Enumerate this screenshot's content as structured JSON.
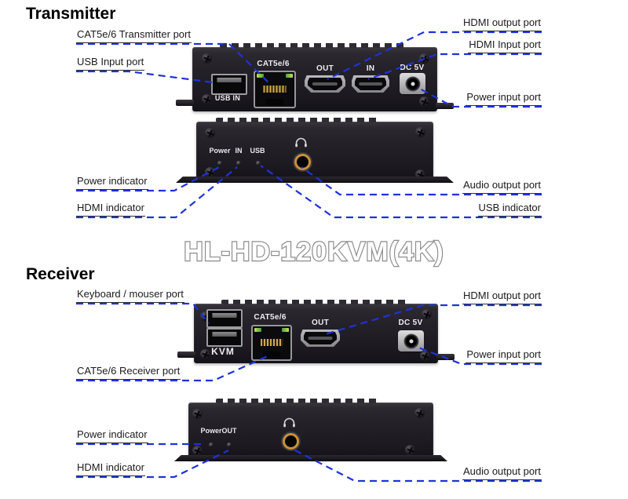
{
  "watermark": "HL-HD-120KVM(4K)",
  "colors": {
    "callout_line": "#1e32dc",
    "watermark_outline": "#8d8d8d",
    "device_body": "#221f26"
  },
  "transmitter": {
    "heading": "Transmitter",
    "callouts": {
      "cat_port": "CAT5e/6 Transmitter port",
      "usb_input": "USB Input port",
      "hdmi_output": "HDMI output port",
      "hdmi_input": "HDMI Input port",
      "power_input": "Power input port",
      "power_indicator": "Power indicator",
      "hdmi_indicator": "HDMI indicator",
      "audio_output": "Audio output port",
      "usb_indicator": "USB indicator"
    },
    "front_panel": {
      "usb": "USB IN",
      "cat": "CAT5e/6",
      "out": "OUT",
      "in": "IN",
      "dc": "DC 5V"
    },
    "back_panel": {
      "power": "Power",
      "in": "IN",
      "usb": "USB"
    }
  },
  "receiver": {
    "heading": "Receiver",
    "callouts": {
      "keyboard_mouse": "Keyboard / mouser port",
      "cat_port": "CAT5e/6 Receiver port",
      "hdmi_output": "HDMI output port",
      "power_input": "Power input port",
      "power_indicator": "Power indicator",
      "hdmi_indicator": "HDMI indicator",
      "audio_output": "Audio output port"
    },
    "front_panel": {
      "kvm": "KVM",
      "cat": "CAT5e/6",
      "out": "OUT",
      "dc": "DC 5V"
    },
    "back_panel": {
      "power": "Power",
      "out": "OUT"
    }
  }
}
